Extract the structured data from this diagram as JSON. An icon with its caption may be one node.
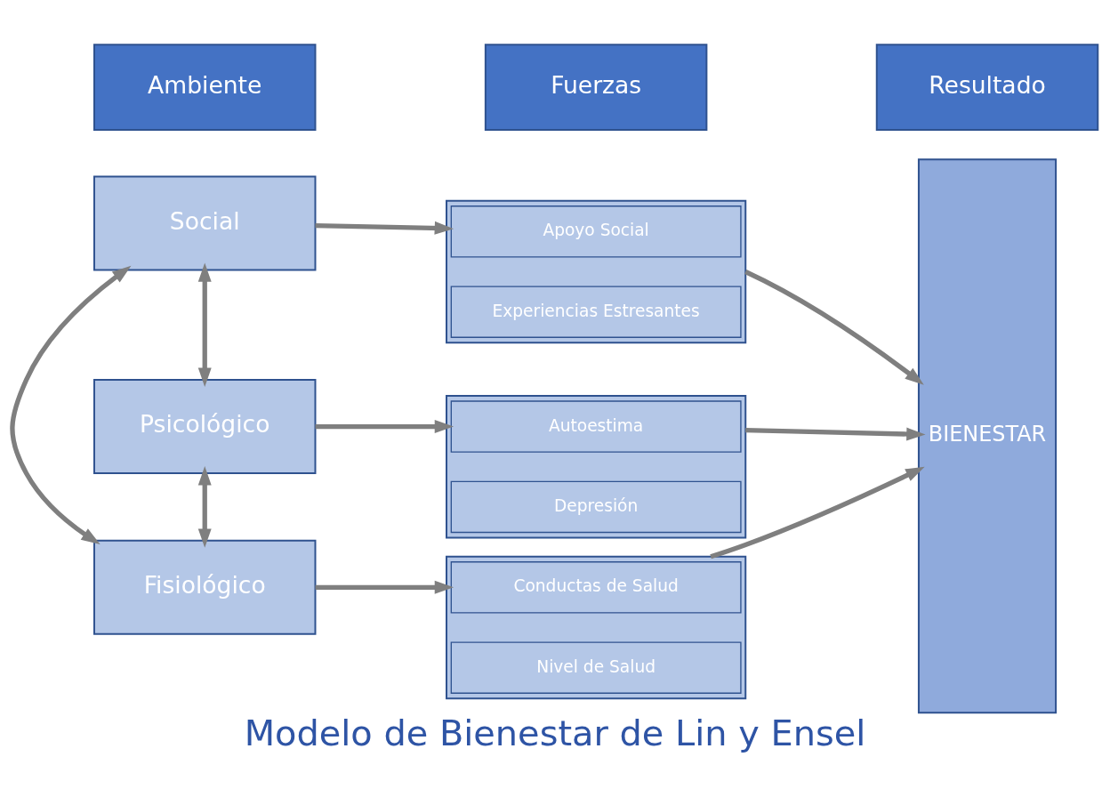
{
  "diagram": {
    "caption": "Modelo de Bienestar de Lin y Ensel",
    "nodes": [
      {
        "text": [
          "Ambiente"
        ]
      },
      {
        "text": [
          "Fuerzas"
        ]
      },
      {
        "text": [
          "Resultado"
        ]
      },
      {
        "text": [
          "Social"
        ]
      },
      {
        "text": [],
        "shape": "box"
      },
      {
        "text": [
          "Apoyo Social"
        ],
        "in": 4
      },
      {
        "text": [
          "Experiencias Estresantes"
        ],
        "in": 4
      },
      {
        "text": [
          "BIENESTAR"
        ]
      },
      {
        "text": [
          "Psicológico"
        ]
      },
      {
        "text": [],
        "shape": "box"
      },
      {
        "text": [
          "Autoestima"
        ],
        "in": 9
      },
      {
        "text": [
          "Depresión"
        ],
        "in": 9
      },
      {
        "text": [
          "Fisiológico"
        ]
      },
      {
        "text": [],
        "shape": "box"
      },
      {
        "text": [
          "Conductas de Salud"
        ],
        "in": 13
      },
      {
        "text": [
          "Nivel de Salud"
        ],
        "in": 13
      }
    ],
    "edges": [
      {
        "from": 3,
        "to": 4,
        "arrow": "to"
      },
      {
        "from": 4,
        "to": 7,
        "arrow": "to"
      },
      {
        "from": 3,
        "to": 8,
        "arrow": "both"
      },
      {
        "from": 3,
        "to": 12,
        "arrow": "both"
      },
      {
        "from": 8,
        "to": 9,
        "arrow": "to"
      },
      {
        "from": 9,
        "to": 7,
        "arrow": "to"
      },
      {
        "from": 8,
        "to": 12,
        "arrow": "both"
      },
      {
        "from": 12,
        "to": 13,
        "arrow": "to"
      },
      {
        "from": 13,
        "to": 7,
        "arrow": "to"
      }
    ]
  }
}
